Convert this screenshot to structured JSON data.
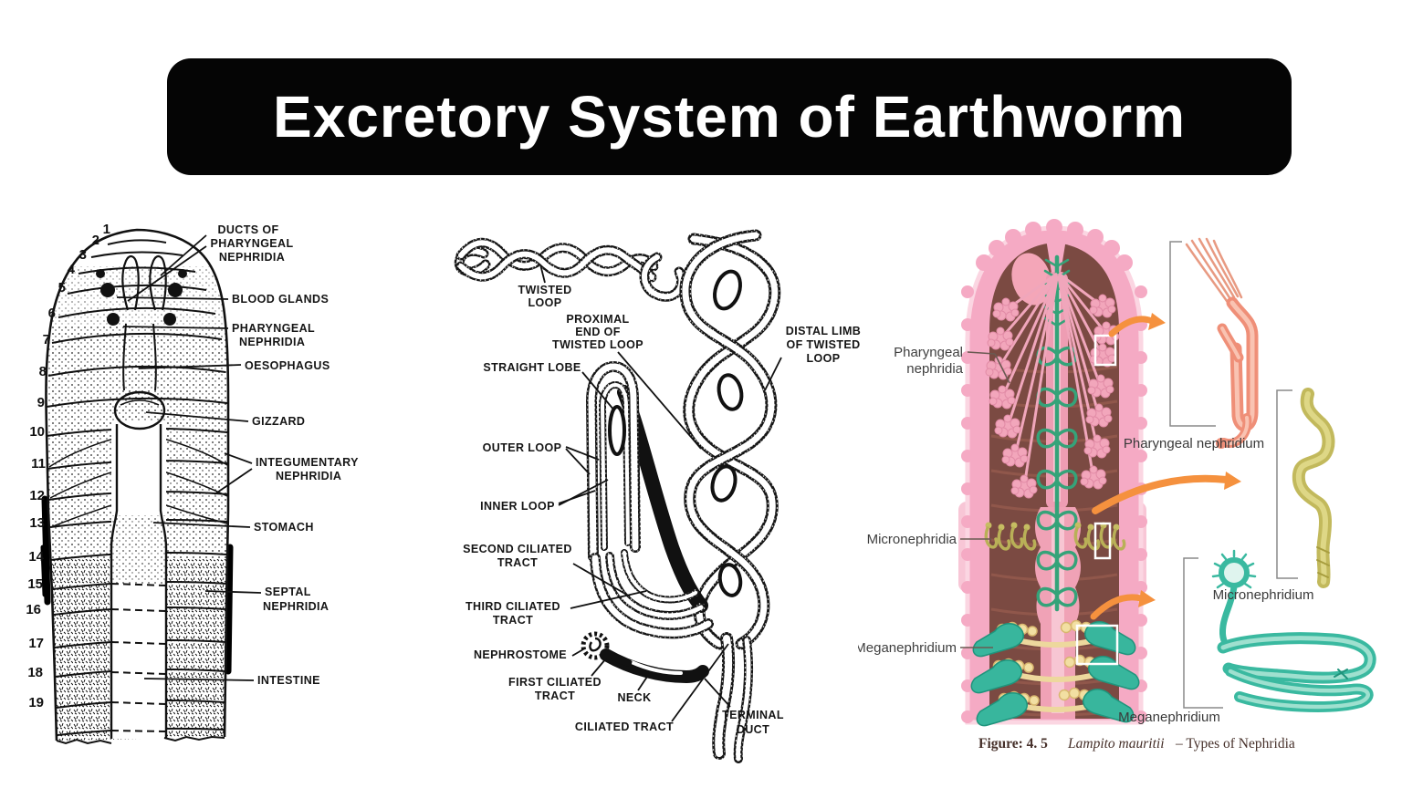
{
  "title": "Excretory System of Earthworm",
  "panel_left": {
    "name": "anterior-region-of-earthworm-showing-nephridia",
    "segments": [
      "1",
      "2",
      "3",
      "4",
      "5",
      "6",
      "7",
      "8",
      "9",
      "10",
      "11",
      "12",
      "13",
      "14",
      "15",
      "16",
      "17",
      "18",
      "19"
    ],
    "labels": {
      "ducts": [
        "DUCTS OF",
        "PHARYNGEAL",
        "NEPHRIDIA"
      ],
      "blood_glands": "BLOOD GLANDS",
      "pharyngeal": [
        "PHARYNGEAL",
        "NEPHRIDIA"
      ],
      "oesophagus": "OESOPHAGUS",
      "gizzard": "GIZZARD",
      "integumentary": [
        "INTEGUMENTARY",
        "NEPHRIDIA"
      ],
      "stomach": "STOMACH",
      "septal": [
        "SEPTAL",
        "NEPHRIDIA"
      ],
      "intestine": "INTESTINE"
    }
  },
  "panel_middle": {
    "name": "structure-of-nephridium",
    "labels": {
      "twisted_loop": [
        "TWISTED",
        "LOOP"
      ],
      "proximal": [
        "PROXIMAL",
        "END OF",
        "TWISTED LOOP"
      ],
      "straight_lobe": "STRAIGHT LOBE",
      "outer_loop": "OUTER LOOP",
      "inner_loop": "INNER LOOP",
      "second_ciliated": [
        "SECOND CILIATED",
        "TRACT"
      ],
      "third_ciliated": [
        "THIRD CILIATED",
        "TRACT"
      ],
      "nephrostome": "NEPHROSTOME",
      "first_ciliated": [
        "FIRST CILIATED",
        "TRACT"
      ],
      "neck": "NECK",
      "ciliated_tract": "CILIATED TRACT",
      "terminal_duct": [
        "TERMINAL",
        "DUCT"
      ],
      "distal_limb": [
        "DISTAL LIMB",
        "OF TWISTED",
        "LOOP"
      ]
    }
  },
  "panel_right": {
    "name": "lampito-mauritii-types-of-nephridia",
    "labels": {
      "pharyngeal_nephridia": [
        "Pharyngeal",
        "nephridia"
      ],
      "micronephridia": "Micronephridia",
      "meganephridium_body": "Meganephridium",
      "inset_pharyngeal": "Pharyngeal nephridium",
      "inset_micro": "Micronephridium",
      "inset_mega": "Meganephridium"
    },
    "caption": {
      "figure": "Figure: 4. 5",
      "species": "Lampito mauritii",
      "rest": "– Types of Nephridia"
    },
    "colors": {
      "body_pink": "#f5aac4",
      "rim_pink": "#fbd6e2",
      "interior_brown": "#7b4a42",
      "segment_line": "#93594c",
      "tube_pink": "#ee9db3",
      "vessel_green": "#35a379",
      "nephridia_pink": "#f2a6bb",
      "micro_olive": "#c6bd62",
      "mega_teal": "#38b69d",
      "septa_yellow": "#edd89d",
      "arrow_orange": "#f5913e",
      "salmon": "#ef8f78",
      "banner_black": "#050505"
    }
  }
}
